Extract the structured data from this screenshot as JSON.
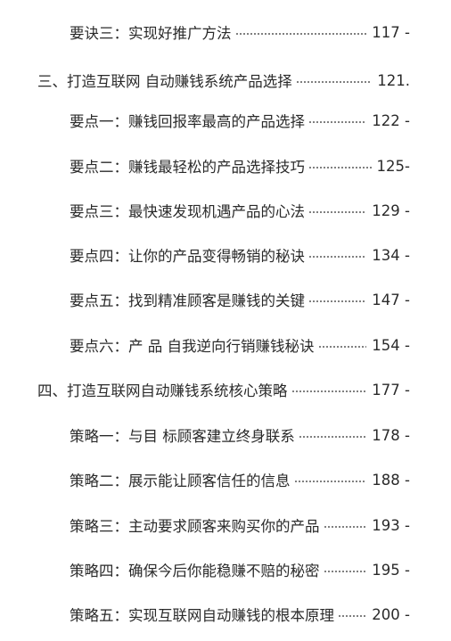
{
  "toc": {
    "entries": [
      {
        "title": "要诀三：实现好推广方法",
        "page": "117 -"
      },
      {
        "title": "三、打造互联网 自动赚钱系统产品选择",
        "page": "121."
      },
      {
        "title": "要点一：赚钱回报率最高的产品选择",
        "page": "122 -"
      },
      {
        "title": "要点二：赚钱最轻松的产品选择技巧",
        "page": "125-"
      },
      {
        "title": "要点三：最快速发现机遇产品的心法",
        "page": "129 -"
      },
      {
        "title": "要点四：让你的产品变得畅销的秘诀",
        "page": "134 -"
      },
      {
        "title": "要点五：找到精准顾客是赚钱的关键",
        "page": "147 -"
      },
      {
        "title": "要点六：产 品 自我逆向行销赚钱秘诀",
        "page": "154 -"
      },
      {
        "title": "四、打造互联网自动赚钱系统核心策略",
        "page": "177 -"
      },
      {
        "title": "策略一：与目 标顾客建立终身联系",
        "page": "178 -"
      },
      {
        "title": "策略二：展示能让顾客信任的信息",
        "page": "188 -"
      },
      {
        "title": "策略三：主动要求顾客来购买你的产品",
        "page": "193 -"
      },
      {
        "title": "策略四：确保今后你能稳赚不赔的秘密",
        "page": "195 -"
      },
      {
        "title": "策略五：实现互联网自动赚钱的根本原理",
        "page": "200 -"
      }
    ]
  }
}
